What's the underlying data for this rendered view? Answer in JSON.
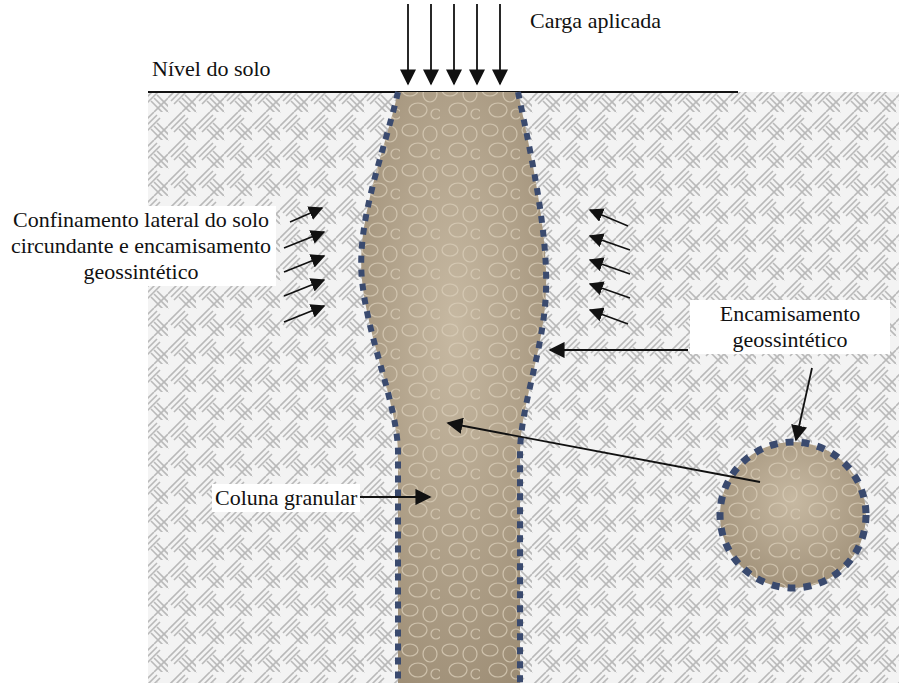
{
  "diagram": {
    "labels": [
      "Carga aplicada",
      "Nível do solo",
      "Confinamento lateral do solo circundante e encamisamento geossintético",
      "Encamisamento geossintético",
      "Coluna granular"
    ]
  }
}
